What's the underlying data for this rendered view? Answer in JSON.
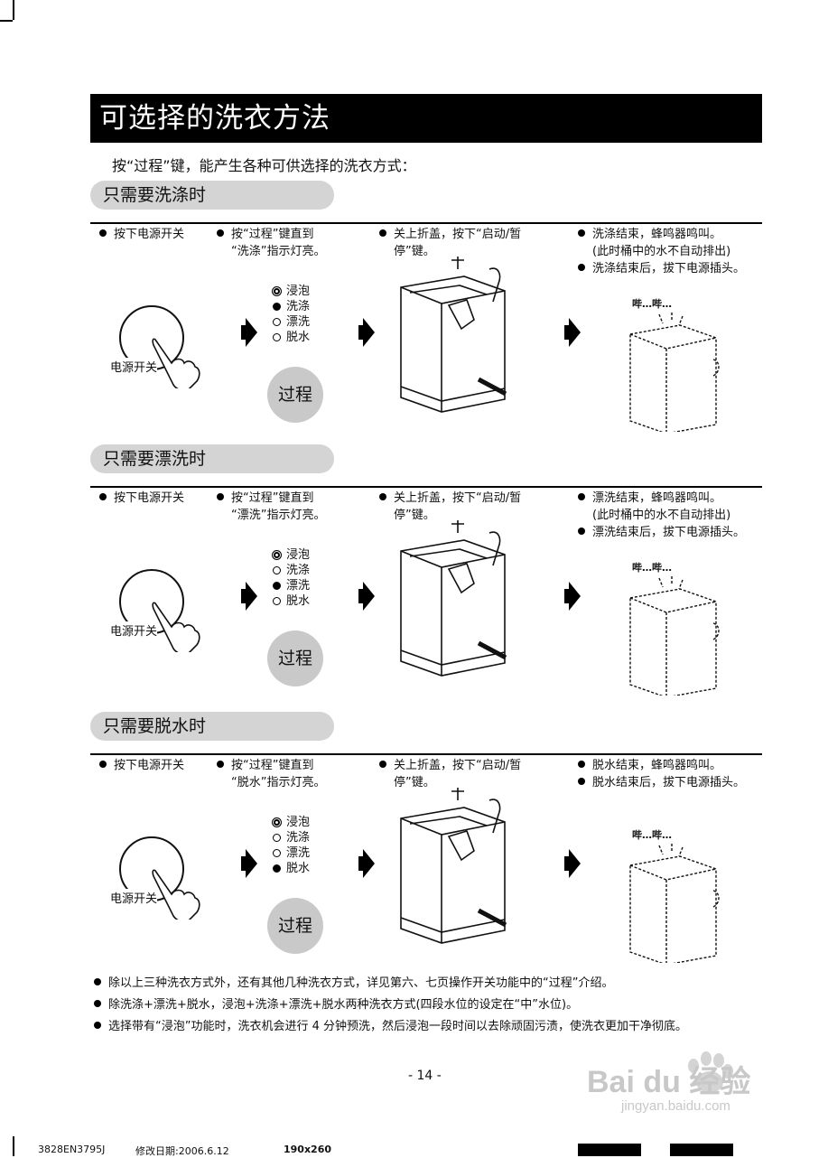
{
  "title": "可选择的洗衣方法",
  "intro": "按“过程”键，能产生各种可供选择的洗衣方式：",
  "knob_label": "电源开关",
  "process_button": "过程",
  "beep_text": "哔…哔…",
  "modes": [
    "浸泡",
    "洗涤",
    "漂洗",
    "脱水"
  ],
  "sections": [
    {
      "heading": "只需要洗涤时",
      "step1": "按下电源开关",
      "step2_l1": "按“过程”键直到",
      "step2_l2": "“洗涤”指示灯亮。",
      "step3_l1": "关上折盖，按下“启动/暂",
      "step3_l2": "停”键。",
      "step4_lines": [
        {
          "text": "洗涤结束，蜂鸣器鸣叫。",
          "bullet": true
        },
        {
          "text": "(此时桶中的水不自动排出)",
          "bullet": false
        },
        {
          "text": "洗涤结束后，拔下电源插头。",
          "bullet": true
        }
      ],
      "mode_states": [
        "ring",
        "filled",
        "empty",
        "empty"
      ]
    },
    {
      "heading": "只需要漂洗时",
      "step1": "按下电源开关",
      "step2_l1": "按“过程”键直到",
      "step2_l2": "“漂洗”指示灯亮。",
      "step3_l1": "关上折盖，按下“启动/暂",
      "step3_l2": "停”键。",
      "step4_lines": [
        {
          "text": "漂洗结束，蜂鸣器鸣叫。",
          "bullet": true
        },
        {
          "text": "(此时桶中的水不自动排出)",
          "bullet": false
        },
        {
          "text": "漂洗结束后，拔下电源插头。",
          "bullet": true
        }
      ],
      "mode_states": [
        "ring",
        "empty",
        "filled",
        "empty"
      ]
    },
    {
      "heading": "只需要脱水时",
      "step1": "按下电源开关",
      "step2_l1": "按“过程”键直到",
      "step2_l2": "“脱水”指示灯亮。",
      "step3_l1": "关上折盖，按下“启动/暂",
      "step3_l2": "停”键。",
      "step4_lines": [
        {
          "text": "脱水结束，蜂鸣器鸣叫。",
          "bullet": true
        },
        {
          "text": "脱水结束后，拔下电源插头。",
          "bullet": true
        }
      ],
      "mode_states": [
        "ring",
        "empty",
        "empty",
        "filled"
      ]
    }
  ],
  "notes": [
    "除以上三种洗衣方式外，还有其他几种洗衣方式，详见第六、七页操作开关功能中的“过程”介绍。",
    "除洗涤+漂洗+脱水，浸泡+洗涤+漂洗+脱水两种洗衣方式(四段水位的设定在“中”水位)。",
    "选择带有“浸泡”功能时，洗衣机会进行 4 分钟预洗，然后浸泡一段时间以去除顽固污渍，使洗衣更加干净彻底。"
  ],
  "page_number": "- 14 -",
  "footer": {
    "code": "3828EN3795J",
    "date": "修改日期:2006.6.12",
    "size": "190x260"
  },
  "watermark": {
    "logo": "Bai du 经验",
    "url": "jingyan.baidu.com"
  }
}
